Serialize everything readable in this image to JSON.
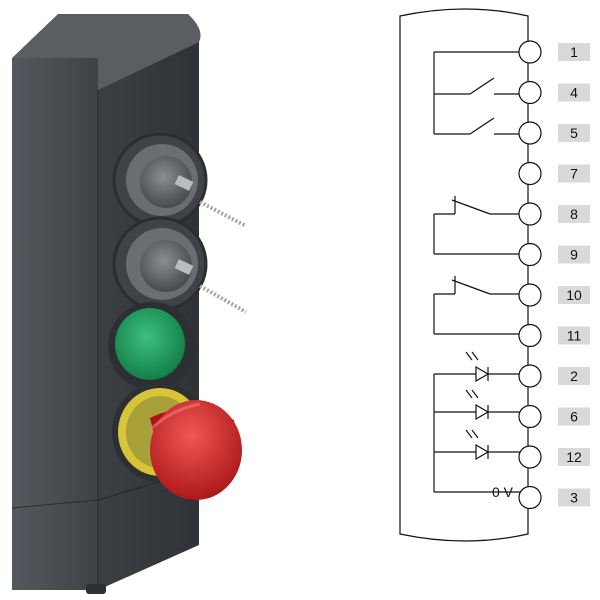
{
  "colors": {
    "housing": "#4a4d51",
    "housing_dark": "#3a3d41",
    "housing_light": "#5c6065",
    "green_button": "#1f9a5e",
    "red_button": "#dc2a2a",
    "yellow_ring": "#d8c437",
    "label_box": "#d9d9d9",
    "line": "#111111"
  },
  "icons": {
    "key_switch_1": "key-selector-icon",
    "key_switch_2": "key-selector-icon",
    "green_pushbutton": "green-pushbutton-icon",
    "emergency_stop": "emergency-stop-icon"
  },
  "diagram": {
    "terminals": [
      "1",
      "4",
      "5",
      "7",
      "8",
      "9",
      "10",
      "11",
      "2",
      "6",
      "12",
      "3"
    ],
    "zero_volt_label": "0 V"
  }
}
